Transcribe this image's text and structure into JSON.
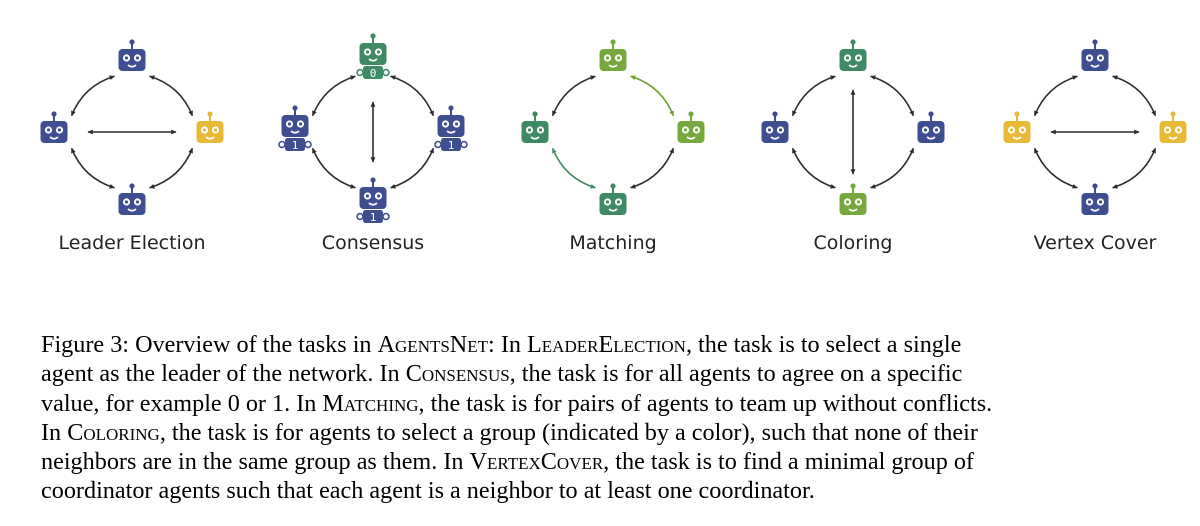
{
  "colors": {
    "blue": "#3f4e91",
    "yellow": "#e8b936",
    "dark_green": "#3e8a64",
    "light_green": "#76a83f",
    "edge": "#2c2c2c",
    "matched_edge": "#6e9f2e",
    "matched_edge_alt": "#3f8a5f"
  },
  "icons": {
    "agent": "robot-agent-icon",
    "edge": "double-arrow-icon"
  },
  "panels": [
    {
      "label": "Leader Election"
    },
    {
      "label": "Consensus",
      "values": [
        "0",
        "1",
        "1",
        "1"
      ]
    },
    {
      "label": "Matching"
    },
    {
      "label": "Coloring"
    },
    {
      "label": "Vertex Cover"
    }
  ],
  "caption": {
    "figure_label": "Figure 3:",
    "l1_a": " Overview of the tasks in ",
    "agentsnet": "AgentsNet",
    "l1_b": ": In ",
    "leader_election": "LeaderElection",
    "l1_c": ", the task is to select a single",
    "l2_a": "agent as the leader of the network. In ",
    "consensus": "Consensus",
    "l2_b": ", the task is for all agents to agree on a specific",
    "l3_a": "value, for example 0 or 1. In ",
    "matching": "Matching",
    "l3_b": ", the task is for pairs of agents to team up without conflicts.",
    "l4_a": "In ",
    "coloring": "Coloring",
    "l4_b": ", the task is for agents to select a group (indicated by a color), such that none of their",
    "l5_a": "neighbors are in the same group as them. In ",
    "vertex_cover": "VertexCover",
    "l5_b": ", the task is to find a minimal group of",
    "l6": "coordinator agents such that each agent is a neighbor to at least one coordinator."
  }
}
